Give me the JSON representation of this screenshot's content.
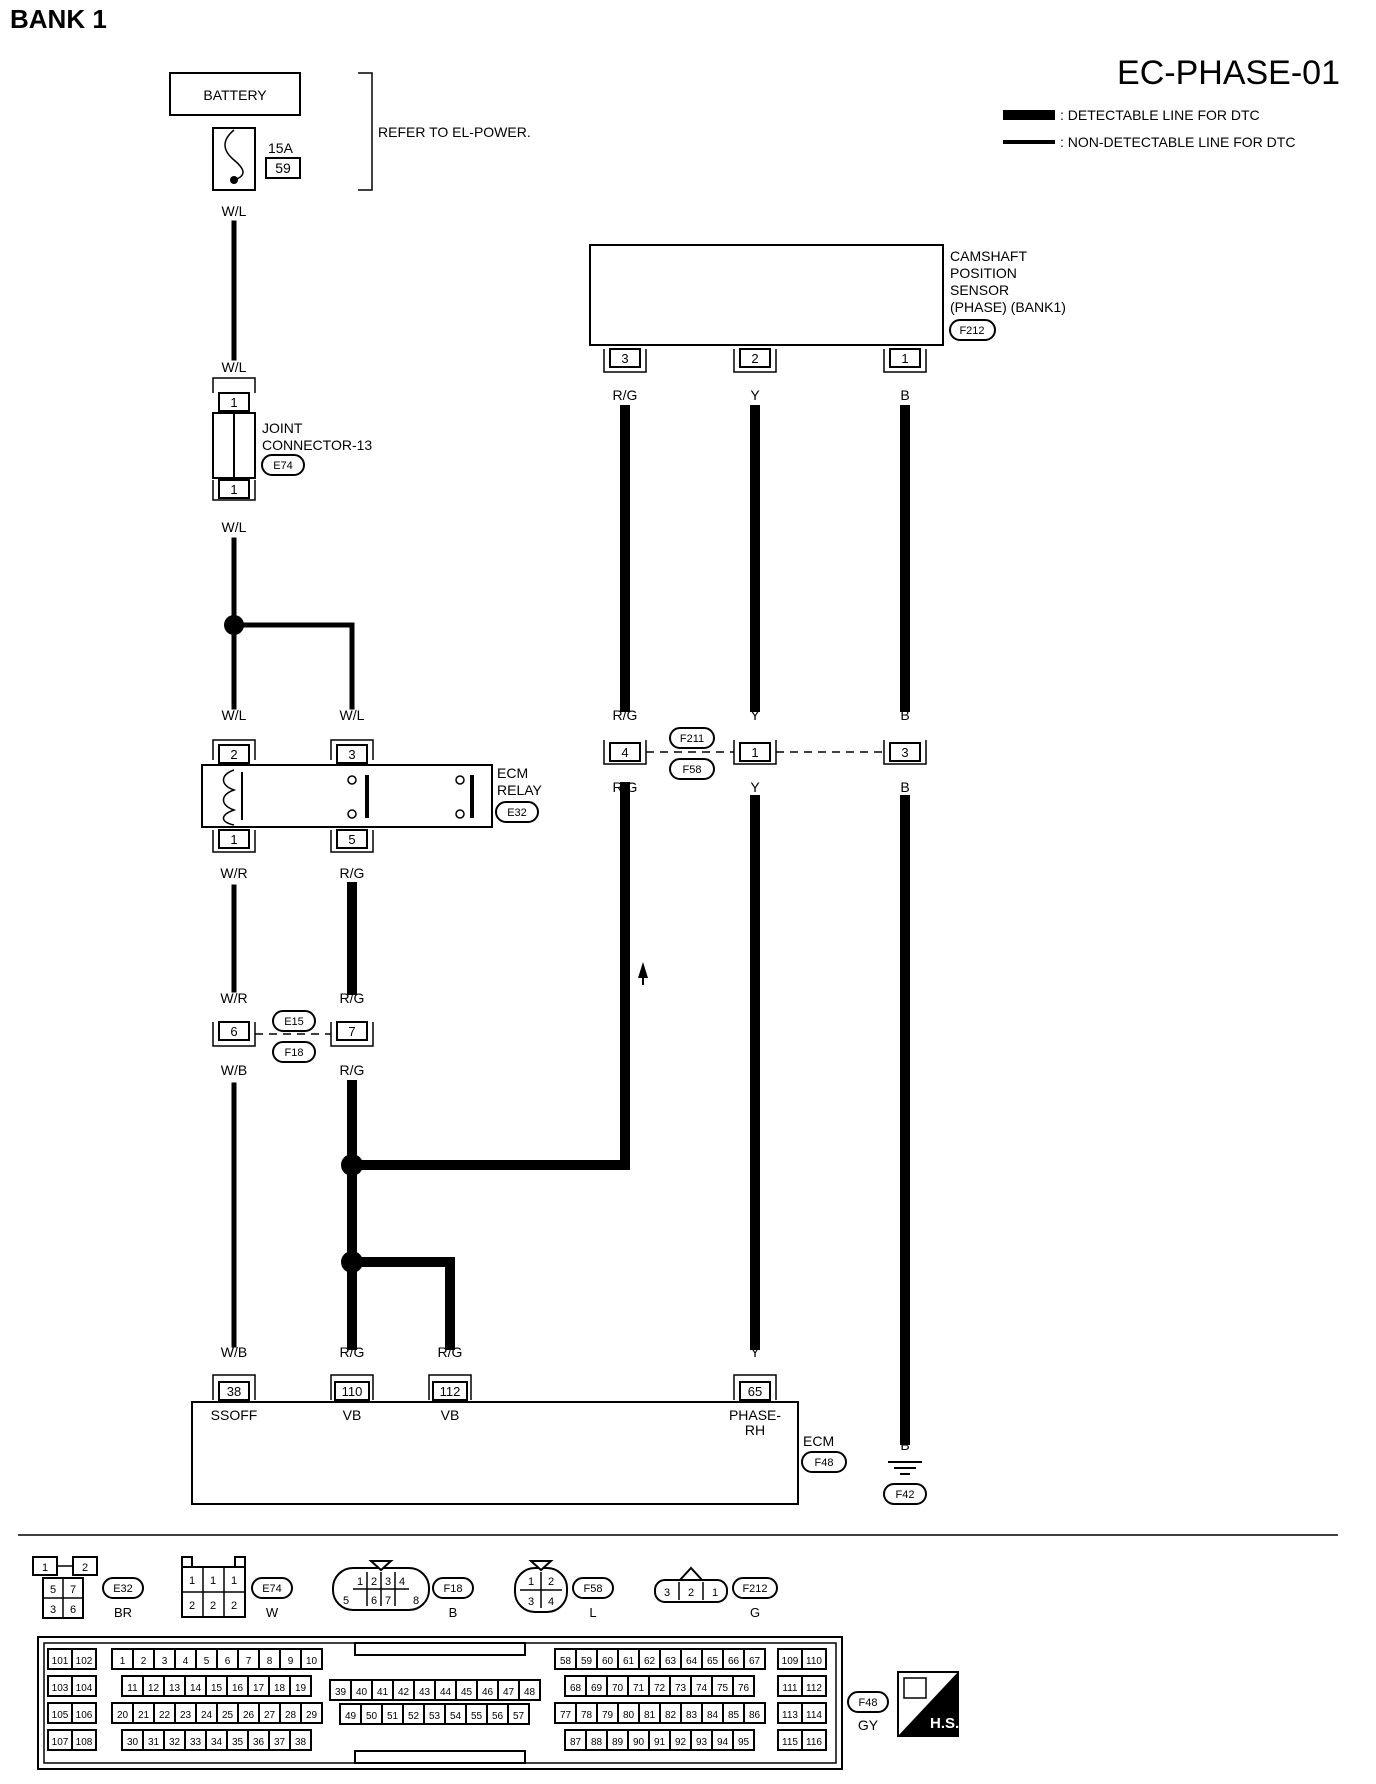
{
  "header": {
    "bank": "BANK 1",
    "diagram_code": "EC-PHASE-01"
  },
  "legend": {
    "detectable": ": DETECTABLE LINE FOR DTC",
    "non_detectable": ": NON-DETECTABLE LINE FOR DTC"
  },
  "battery": {
    "label": "BATTERY",
    "fuse_rating": "15A",
    "fuse_number": "59",
    "note": "REFER TO EL-POWER."
  },
  "wires": {
    "wl": "W/L",
    "wr": "W/R",
    "wb": "W/B",
    "rg": "R/G",
    "y": "Y",
    "b": "B"
  },
  "joint_connector": {
    "name_line1": "JOINT",
    "name_line2": "CONNECTOR-13",
    "code": "E74",
    "pin_top": "1",
    "pin_bottom": "1"
  },
  "ecm_relay": {
    "name_line1": "ECM",
    "name_line2": "RELAY",
    "code": "E32",
    "pins": [
      "2",
      "3",
      "1",
      "5"
    ]
  },
  "camshaft_sensor": {
    "line1": "CAMSHAFT",
    "line2": "POSITION",
    "line3": "SENSOR",
    "line4": "(PHASE) (BANK1)",
    "code": "F212",
    "pins": [
      "3",
      "2",
      "1"
    ]
  },
  "connector_f211_f58": {
    "code_top": "F211",
    "code_bottom": "F58",
    "pins": [
      "4",
      "1",
      "3"
    ]
  },
  "connector_e15_f18": {
    "code_top": "E15",
    "code_bottom": "F18",
    "pins": [
      "6",
      "7"
    ]
  },
  "ecm": {
    "name": "ECM",
    "code": "F48",
    "pins": [
      "38",
      "110",
      "112",
      "65"
    ],
    "pin_labels": [
      "SSOFF",
      "VB",
      "VB",
      "PHASE-",
      "RH"
    ]
  },
  "ground": {
    "code": "F42"
  },
  "connector_views": [
    {
      "code": "E32",
      "color": "BR",
      "cells": [
        "1",
        "2",
        "5",
        "7",
        "3",
        "6"
      ]
    },
    {
      "code": "E74",
      "color": "W",
      "cells": [
        "1",
        "1",
        "1",
        "2",
        "2",
        "2"
      ]
    },
    {
      "code": "F18",
      "color": "B",
      "cells": [
        "1",
        "2",
        "3",
        "4",
        "5",
        "6",
        "7",
        "8"
      ]
    },
    {
      "code": "F58",
      "color": "L",
      "cells": [
        "1",
        "2",
        "3",
        "4"
      ]
    },
    {
      "code": "F212",
      "color": "G",
      "cells": [
        "3",
        "2",
        "1"
      ]
    }
  ],
  "ecm_connector": {
    "code": "F48",
    "color": "GY",
    "badge": "H.S.",
    "left_column": [
      [
        "101",
        "102"
      ],
      [
        "103",
        "104"
      ],
      [
        "105",
        "106"
      ],
      [
        "107",
        "108"
      ]
    ],
    "block1": [
      [
        "1",
        "2",
        "3",
        "4",
        "5",
        "6",
        "7",
        "8",
        "9",
        "10"
      ],
      [
        "11",
        "12",
        "13",
        "14",
        "15",
        "16",
        "17",
        "18",
        "19"
      ],
      [
        "20",
        "21",
        "22",
        "23",
        "24",
        "25",
        "26",
        "27",
        "28",
        "29"
      ],
      [
        "30",
        "31",
        "32",
        "33",
        "34",
        "35",
        "36",
        "37",
        "38"
      ]
    ],
    "block2": [
      [
        "39",
        "40",
        "41",
        "42",
        "43",
        "44",
        "45",
        "46",
        "47",
        "48"
      ],
      [
        "49",
        "50",
        "51",
        "52",
        "53",
        "54",
        "55",
        "56",
        "57"
      ]
    ],
    "block3": [
      [
        "58",
        "59",
        "60",
        "61",
        "62",
        "63",
        "64",
        "65",
        "66",
        "67"
      ],
      [
        "68",
        "69",
        "70",
        "71",
        "72",
        "73",
        "74",
        "75",
        "76"
      ],
      [
        "77",
        "78",
        "79",
        "80",
        "81",
        "82",
        "83",
        "84",
        "85",
        "86"
      ],
      [
        "87",
        "88",
        "89",
        "90",
        "91",
        "92",
        "93",
        "94",
        "95"
      ]
    ],
    "right_column": [
      [
        "109",
        "110"
      ],
      [
        "111",
        "112"
      ],
      [
        "113",
        "114"
      ],
      [
        "115",
        "116"
      ]
    ]
  }
}
